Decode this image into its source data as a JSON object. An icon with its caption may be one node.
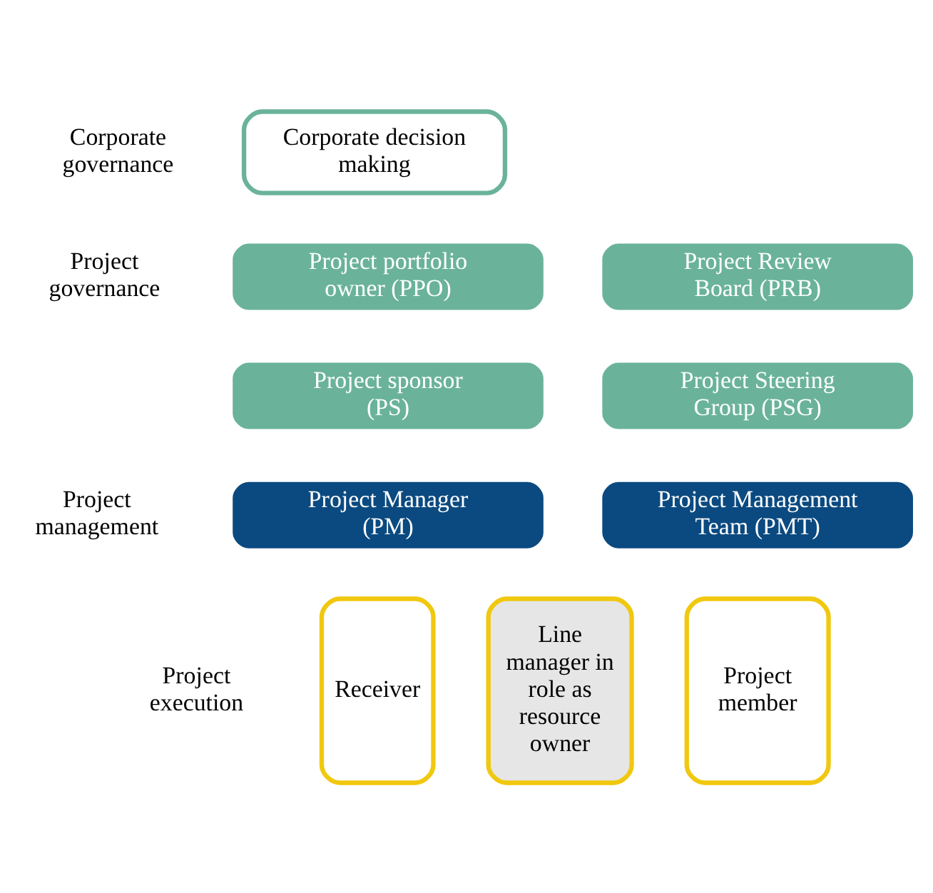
{
  "diagram": {
    "nodes": [
      {
        "text": [
          "Corporate decision making"
        ]
      },
      {
        "text": [
          "Project portfolio owner (PPO)"
        ]
      },
      {
        "text": [
          "Project Review Board (PRB)"
        ]
      },
      {
        "text": [
          "Project sponsor (PS)"
        ]
      },
      {
        "text": [
          "Project Steering Group (PSG)"
        ]
      },
      {
        "text": [
          "Project Manager (PM)"
        ]
      },
      {
        "text": [
          "Project Management Team (PMT)"
        ]
      },
      {
        "text": [
          "Receiver"
        ]
      },
      {
        "text": [
          "Line manager in role as resource owner"
        ]
      },
      {
        "text": [
          "Project member"
        ]
      }
    ],
    "edges": [],
    "labels": [
      "Corporate governance",
      "Project governance",
      "Project management",
      "Project execution"
    ]
  }
}
